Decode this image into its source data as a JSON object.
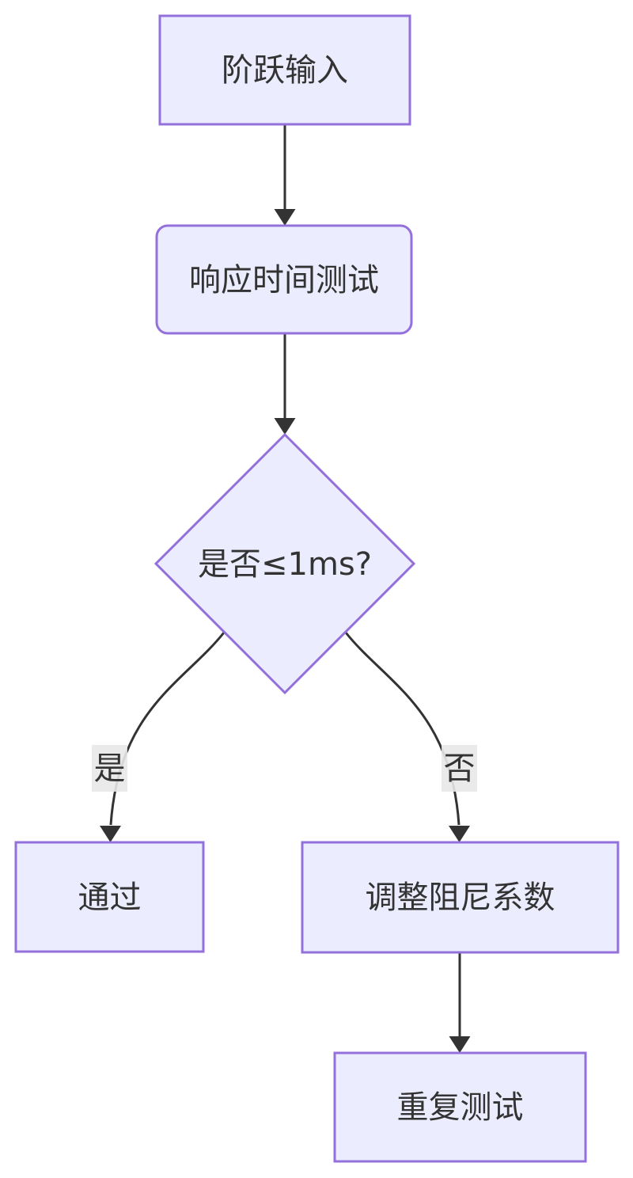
{
  "diagram": {
    "type": "flowchart",
    "direction": "top-down",
    "nodes": [
      {
        "id": "A",
        "label": "阶跃输入",
        "shape": "rectangle"
      },
      {
        "id": "B",
        "label": "响应时间测试",
        "shape": "rounded-rectangle"
      },
      {
        "id": "C",
        "label": "是否≤1ms?",
        "shape": "diamond"
      },
      {
        "id": "D",
        "label": "通过",
        "shape": "rectangle"
      },
      {
        "id": "E",
        "label": "调整阻尼系数",
        "shape": "rectangle"
      },
      {
        "id": "F",
        "label": "重复测试",
        "shape": "rectangle"
      }
    ],
    "edges": [
      {
        "from": "A",
        "to": "B",
        "label": ""
      },
      {
        "from": "B",
        "to": "C",
        "label": ""
      },
      {
        "from": "C",
        "to": "D",
        "label": "是"
      },
      {
        "from": "C",
        "to": "E",
        "label": "否"
      },
      {
        "from": "E",
        "to": "F",
        "label": ""
      }
    ],
    "colors": {
      "node_fill": "#ECECFF",
      "node_border": "#9370DB",
      "text": "#333333",
      "edge": "#333333",
      "edge_label_bg": "#e8e8e8",
      "background": "#ffffff"
    }
  }
}
